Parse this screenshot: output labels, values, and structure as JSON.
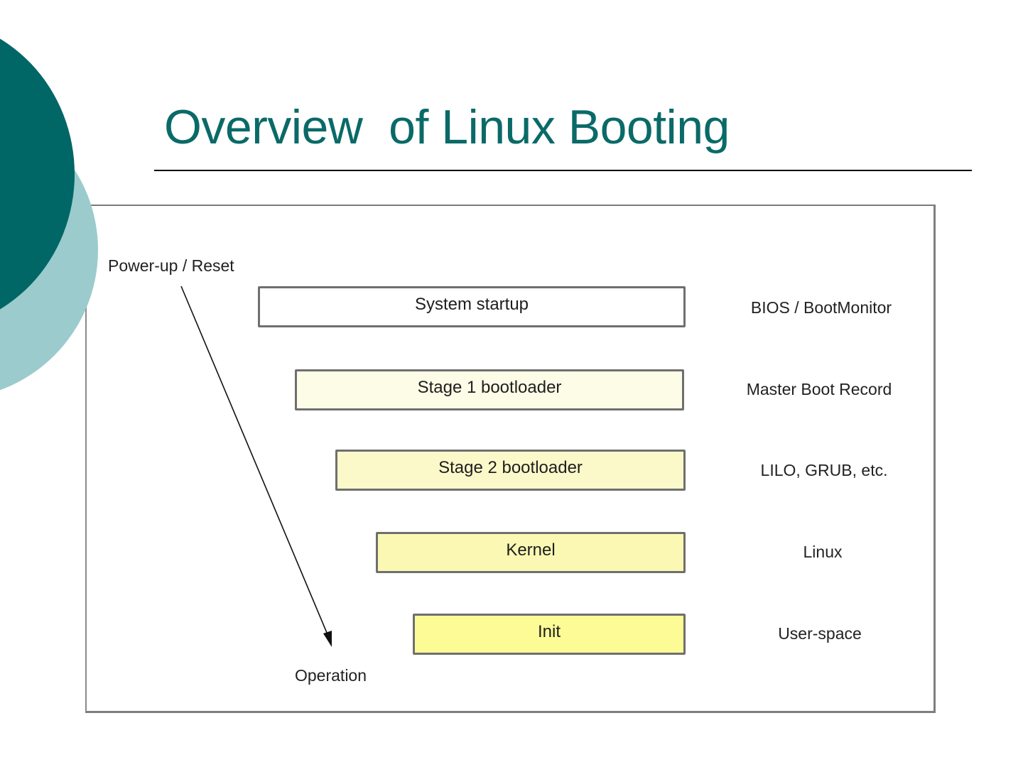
{
  "slide": {
    "title": "Overview  of Linux Booting"
  },
  "diagram": {
    "start_label": "Power-up / Reset",
    "end_label": "Operation",
    "stages": [
      {
        "label": "System startup",
        "description": "BIOS / BootMonitor",
        "fill": "#ffffff"
      },
      {
        "label": "Stage 1 bootloader",
        "description": "Master Boot Record",
        "fill": "#fdfce6"
      },
      {
        "label": "Stage 2 bootloader",
        "description": "LILO, GRUB, etc.",
        "fill": "#fbf9c9"
      },
      {
        "label": "Kernel",
        "description": "Linux",
        "fill": "#fbf8b4"
      },
      {
        "label": "Init",
        "description": "User-space",
        "fill": "#fdfb96"
      }
    ]
  },
  "colors": {
    "title": "#0a6a68",
    "accent_dark": "#006666",
    "accent_light": "#9bcbcc"
  }
}
